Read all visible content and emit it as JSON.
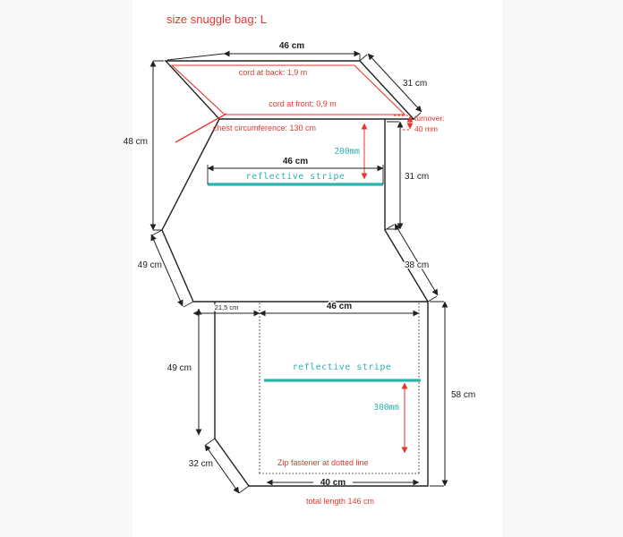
{
  "page": {
    "title": "size snuggle bag: L"
  },
  "colors": {
    "annotation_red": "#e8362e",
    "stripe_teal": "#2ab4ad",
    "line_black": "#222222",
    "background": "#ffffff",
    "margin_gray": "#f8f8f8"
  },
  "top_flap": {
    "top_width": "46 cm",
    "side_width": "31 cm",
    "cord_back": "cord at back: 1,9 m",
    "cord_front": "cord at front: 0,9 m",
    "turnover_line1": "turnover:",
    "turnover_line2": "40 mm"
  },
  "upper_body": {
    "left_height": "48 cm",
    "chest": "chest circumference: 130 cm",
    "stripe_offset": "200mm",
    "chest_width": "46 cm",
    "stripe": "reflective stripe",
    "right_height": "31 cm",
    "left_slant": "49 cm",
    "right_slant": "38 cm"
  },
  "lower_body": {
    "step_width": "21,5 cm",
    "top_width": "46 cm",
    "left_height": "49 cm",
    "stripe": "reflective stripe",
    "stripe_offset": "300mm",
    "right_height": "58 cm",
    "left_slant": "32 cm",
    "zip_note": "Zip fastener at dotted line",
    "bottom_width": "40 cm"
  },
  "footer": {
    "total_length": "total length 146 cm"
  }
}
